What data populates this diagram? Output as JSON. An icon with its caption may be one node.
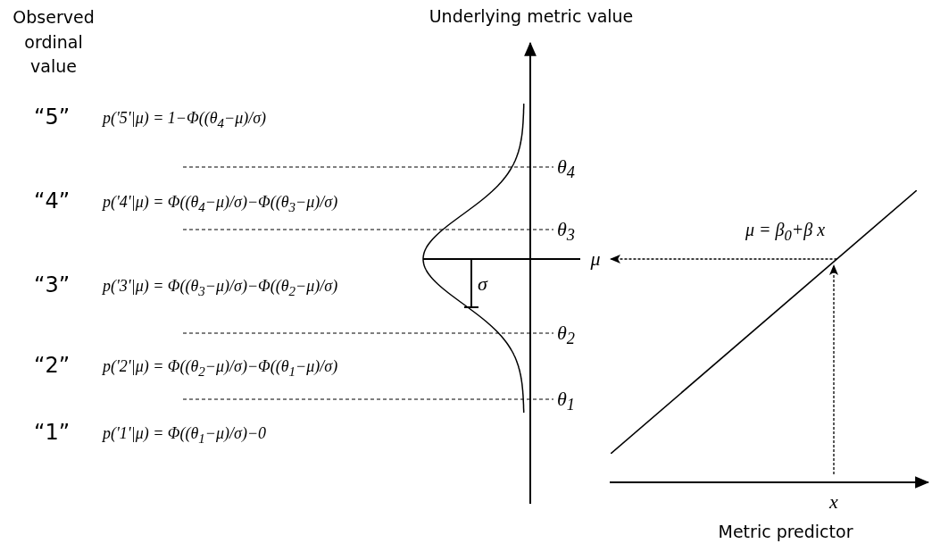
{
  "diagram": {
    "nodes": [
      {
        "text": [
          "μ"
        ]
      },
      {
        "text": [
          "x"
        ]
      },
      {
        "text": [],
        "shape": "picture"
      }
    ],
    "edges": [
      {
        "from": 1,
        "to": 2,
        "arrow": "to",
        "style": "dashed"
      },
      {
        "from": 2,
        "to": 0,
        "arrow": "to",
        "style": "dashed"
      }
    ],
    "labels": [
      "Observed ordinal value",
      "Underlying metric value",
      "“5”",
      "p('5'|μ) = 1−Φ((θ$_{4}$−μ)/σ)",
      "θ$_{4}$",
      "“4”",
      "p('4'|μ) = Φ((θ$_{4}$−μ)/σ)−Φ((θ$_{3}$−μ)/σ)",
      "θ$_{3}$",
      "μ = β$_{0}$+β x",
      "“3”",
      "p('3'|μ) = Φ((θ$_{3}$−μ)/σ)−Φ((θ$_{2}$−μ)/σ)",
      "σ",
      "θ$_{2}$",
      "“2”",
      "p('2'|μ) = Φ((θ$_{2}$−μ)/σ)−Φ((θ$_{1}$−μ)/σ)",
      "θ$_{1}$",
      "“1”",
      "p('1'|μ) = Φ((θ$_{1}$−μ)/σ)−0",
      "Metric predictor"
    ]
  }
}
